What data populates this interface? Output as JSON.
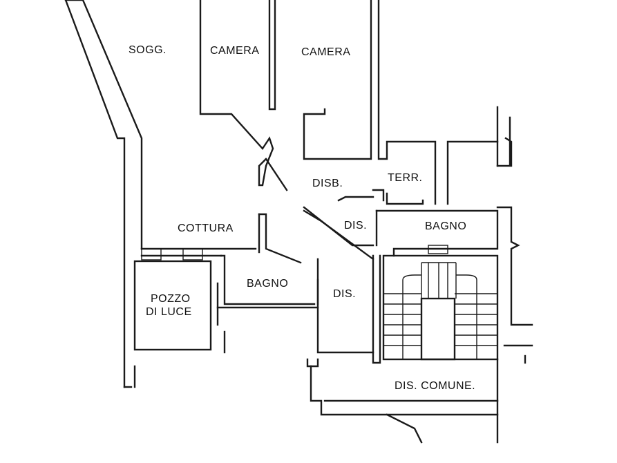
{
  "rooms": {
    "soggiorno": "SOGG.",
    "camera_1": "CAMERA",
    "camera_2": "CAMERA",
    "terrazzo": "TERR.",
    "disimpegno_b": "DISB.",
    "dis_1": "DIS.",
    "bagno_1": "BAGNO",
    "cottura": "COTTURA",
    "bagno_2": "BAGNO",
    "dis_2": "DIS.",
    "pozzo_line1": "POZZO",
    "pozzo_line2": "DI LUCE",
    "dis_comune": "DIS. COMUNE."
  },
  "colors": {
    "ink": "#1a1a1a",
    "paper": "#ffffff"
  }
}
